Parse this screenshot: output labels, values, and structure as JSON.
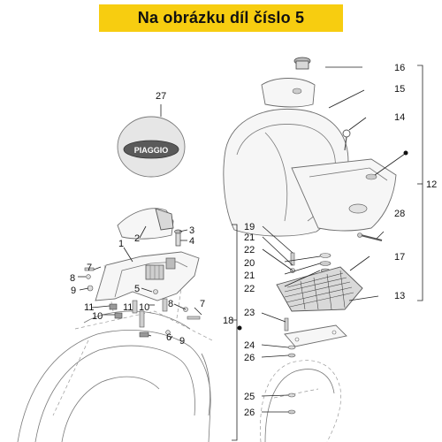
{
  "banner": {
    "text": "Na obrázku díl číslo 5",
    "color": "#f7cd10"
  },
  "logo": {
    "text": "PIAGGIO"
  },
  "callouts": {
    "c27": "27",
    "c2": "2",
    "c3": "3",
    "c4": "4",
    "c1": "1",
    "c7a": "7",
    "c8a": "8",
    "c9a": "9",
    "c5": "5",
    "c11a": "11",
    "c11b": "11",
    "c10a": "10",
    "c10b": "10",
    "c8b": "8",
    "c7b": "7",
    "c6": "6",
    "c9b": "9",
    "c16": "16",
    "c15": "15",
    "c14": "14",
    "c12": "12",
    "c19": "19",
    "c21a": "21",
    "c22a": "22",
    "c20": "20",
    "c21b": "21",
    "c22b": "22",
    "c28": "28",
    "c17": "17",
    "c13": "13",
    "c18": "18",
    "c23": "23",
    "c24": "24",
    "c26a": "26",
    "c25": "25",
    "c26b": "26"
  }
}
